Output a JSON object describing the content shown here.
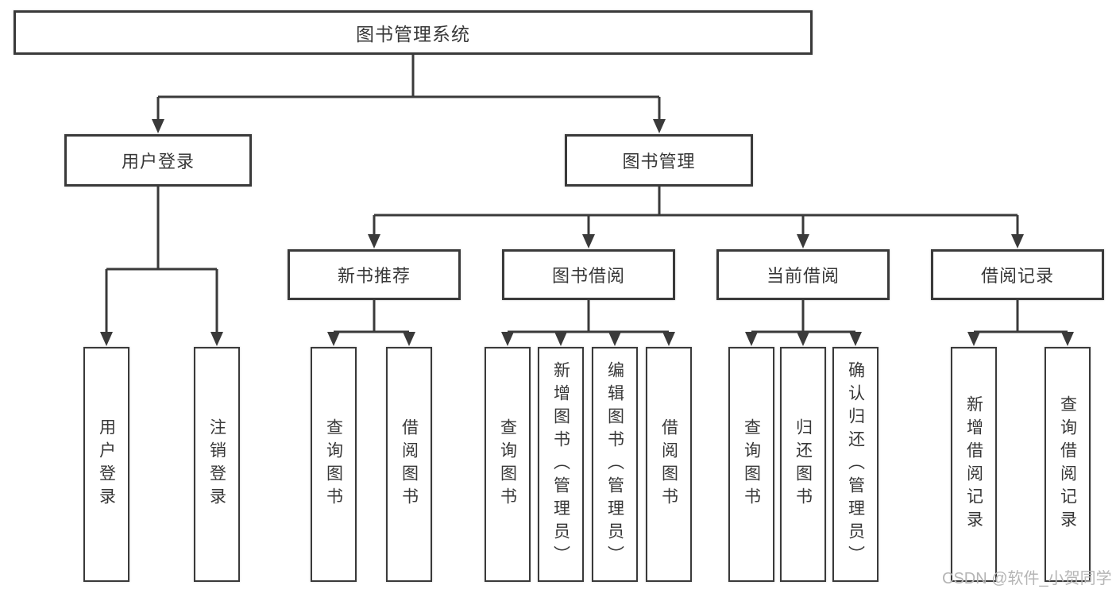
{
  "root": {
    "label": "图书管理系统"
  },
  "branches": [
    {
      "label": "用户登录",
      "children": [
        {
          "label": "用户登录"
        },
        {
          "label": "注销登录"
        }
      ]
    },
    {
      "label": "图书管理",
      "groups": [
        {
          "label": "新书推荐",
          "children": [
            {
              "label": "查询图书"
            },
            {
              "label": "借阅图书"
            }
          ]
        },
        {
          "label": "图书借阅",
          "children": [
            {
              "label": "查询图书"
            },
            {
              "label": "新增图书（管理员）"
            },
            {
              "label": "编辑图书（管理员）"
            },
            {
              "label": "借阅图书"
            }
          ]
        },
        {
          "label": "当前借阅",
          "children": [
            {
              "label": "查询图书"
            },
            {
              "label": "归还图书"
            },
            {
              "label": "确认归还（管理员）"
            }
          ]
        },
        {
          "label": "借阅记录",
          "children": [
            {
              "label": "新增借阅记录"
            },
            {
              "label": "查询借阅记录"
            }
          ]
        }
      ]
    }
  ],
  "watermark": "CSDN @软件_小贺同学",
  "colors": {
    "line": "#3a3a3a",
    "text": "#383838",
    "watermark": "#b5b5b5",
    "background": "#ffffff"
  }
}
